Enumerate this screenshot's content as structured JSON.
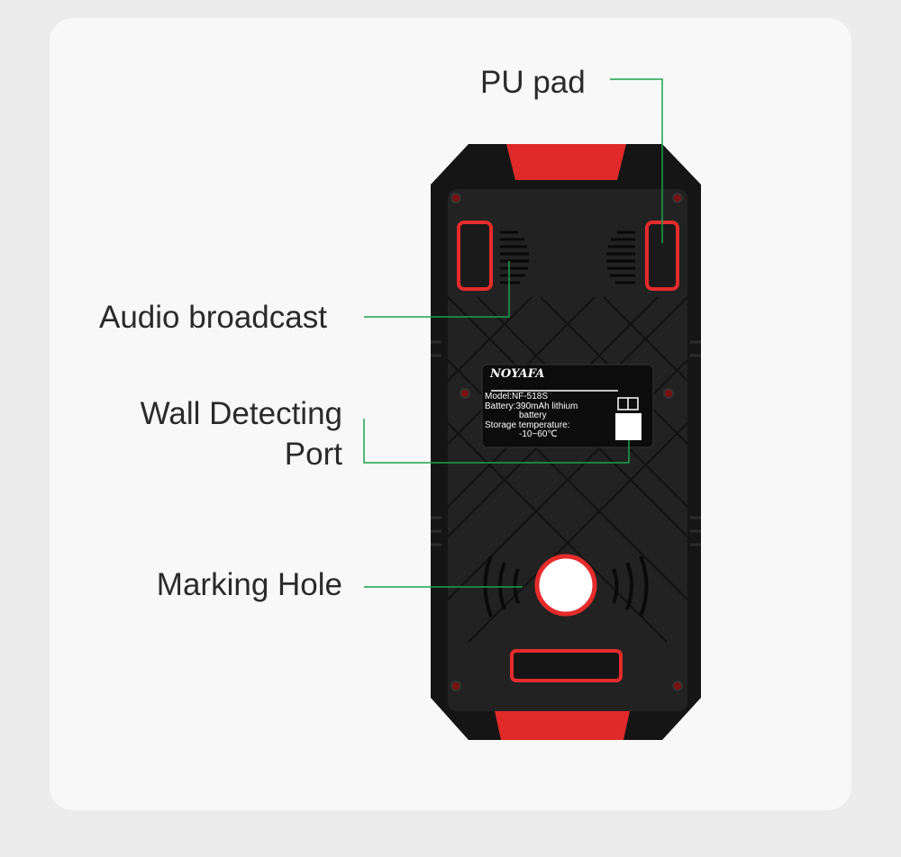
{
  "callouts": {
    "pu_pad": "PU pad",
    "audio_broadcast": "Audio broadcast",
    "wall_detecting_port_line1": "Wall Detecting",
    "wall_detecting_port_line2": "Port",
    "marking_hole": "Marking Hole"
  },
  "device_label": {
    "brand": "NOYAFA",
    "model": "Model:NF-518S",
    "battery": "Battery:390mAh lithium",
    "battery_cont": "battery",
    "storage": "Storage temperature:",
    "storage_range": "-10~60℃"
  },
  "colors": {
    "leader_line": "#1aa34a",
    "accent_red": "#e52b2b",
    "body": "#111111"
  }
}
